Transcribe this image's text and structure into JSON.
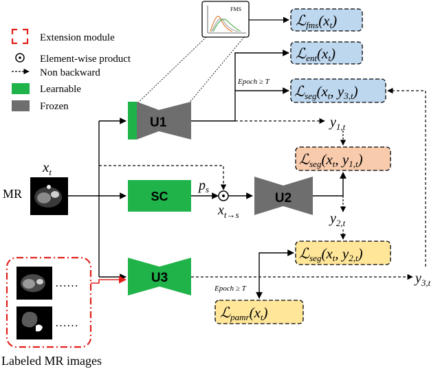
{
  "legend": {
    "extension_module": "Extension module",
    "elementwise_product": "Element-wise product",
    "non_backward": "Non backward",
    "learnable": "Learnable",
    "frozen": "Frozen"
  },
  "colors": {
    "learnable": "#1fb34a",
    "frozen": "#6e6e6e",
    "extension": "#e0201b",
    "loss_blue": "#bdd7ee",
    "loss_orange": "#f8cbad",
    "loss_yellow": "#ffe699"
  },
  "inputs": {
    "xt_label": "x",
    "xt_sub": "t",
    "mr_label": "MR",
    "labeled_caption": "Labeled MR images",
    "dots_1": "……",
    "dots_2": "……"
  },
  "blocks": {
    "u1": "U1",
    "u2": "U2",
    "u3": "U3",
    "sc": "SC"
  },
  "signals": {
    "ps_main": "p",
    "ps_sub": "s",
    "xts_main": "x",
    "xts_sub": "t→s",
    "y1_main": "y",
    "y1_sub": "1,t",
    "y2_main": "y",
    "y2_sub": "2,t",
    "y3_main": "y",
    "y3_sub": "3,t",
    "epoch_1": "Epoch ≥ T",
    "epoch_2": "Epoch ≥ T",
    "fms_label": "FMS"
  },
  "losses": {
    "fms": {
      "sym": "ℒ",
      "sub": "fms",
      "arg": "(x",
      "arg_sub": "t",
      "close": ")"
    },
    "ent": {
      "sym": "ℒ",
      "sub": "ent",
      "arg": "(x",
      "arg_sub": "t",
      "close": ")"
    },
    "seg3": {
      "sym": "ℒ",
      "sub": "seg",
      "arg": "(x",
      "arg_sub": "t",
      "mid": ", y",
      "mid_sub": "3,t",
      "close": ")"
    },
    "seg1": {
      "sym": "ℒ",
      "sub": "seg",
      "arg": "(x",
      "arg_sub": "t",
      "mid": ", y",
      "mid_sub": "1,t",
      "close": ")"
    },
    "seg2": {
      "sym": "ℒ",
      "sub": "seg",
      "arg": "(x",
      "arg_sub": "t",
      "mid": ", y",
      "mid_sub": "2,t",
      "close": ")"
    },
    "pamr": {
      "sym": "ℒ",
      "sub": "pamr",
      "arg": "(x",
      "arg_sub": "t",
      "close": ")"
    }
  }
}
